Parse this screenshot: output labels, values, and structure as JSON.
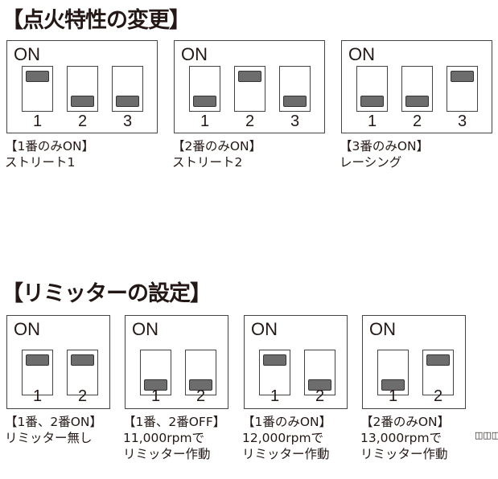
{
  "sections": [
    {
      "title": "【点火特性の変更】",
      "settings": [
        {
          "on_label": "ON",
          "switches": [
            {
              "num": "1",
              "on": true
            },
            {
              "num": "2",
              "on": false
            },
            {
              "num": "3",
              "on": false
            }
          ],
          "caption": [
            "【1番のみON】",
            "ストリート1"
          ]
        },
        {
          "on_label": "ON",
          "switches": [
            {
              "num": "1",
              "on": false
            },
            {
              "num": "2",
              "on": true
            },
            {
              "num": "3",
              "on": false
            }
          ],
          "caption": [
            "【2番のみON】",
            "ストリート2"
          ]
        },
        {
          "on_label": "ON",
          "switches": [
            {
              "num": "1",
              "on": false
            },
            {
              "num": "2",
              "on": false
            },
            {
              "num": "3",
              "on": true
            }
          ],
          "caption": [
            "【3番のみON】",
            "レーシング"
          ]
        }
      ]
    },
    {
      "title": "【リミッターの設定】",
      "settings": [
        {
          "on_label": "ON",
          "switches": [
            {
              "num": "1",
              "on": true
            },
            {
              "num": "2",
              "on": true
            }
          ],
          "caption": [
            "【1番、2番ON】",
            "リミッター無し"
          ]
        },
        {
          "on_label": "ON",
          "switches": [
            {
              "num": "1",
              "on": false
            },
            {
              "num": "2",
              "on": false
            }
          ],
          "caption": [
            "【1番、2番OFF】",
            "11,000rpmで",
            "リミッター作動"
          ]
        },
        {
          "on_label": "ON",
          "switches": [
            {
              "num": "1",
              "on": true
            },
            {
              "num": "2",
              "on": false
            }
          ],
          "caption": [
            "【1番のみON】",
            "12,000rpmで",
            "リミッター作動"
          ]
        },
        {
          "on_label": "ON",
          "switches": [
            {
              "num": "1",
              "on": false
            },
            {
              "num": "2",
              "on": true
            }
          ],
          "caption": [
            "【2番のみON】",
            "13,000rpmで",
            "リミッター作動"
          ]
        }
      ]
    }
  ],
  "connector_icon": "connector-icon"
}
